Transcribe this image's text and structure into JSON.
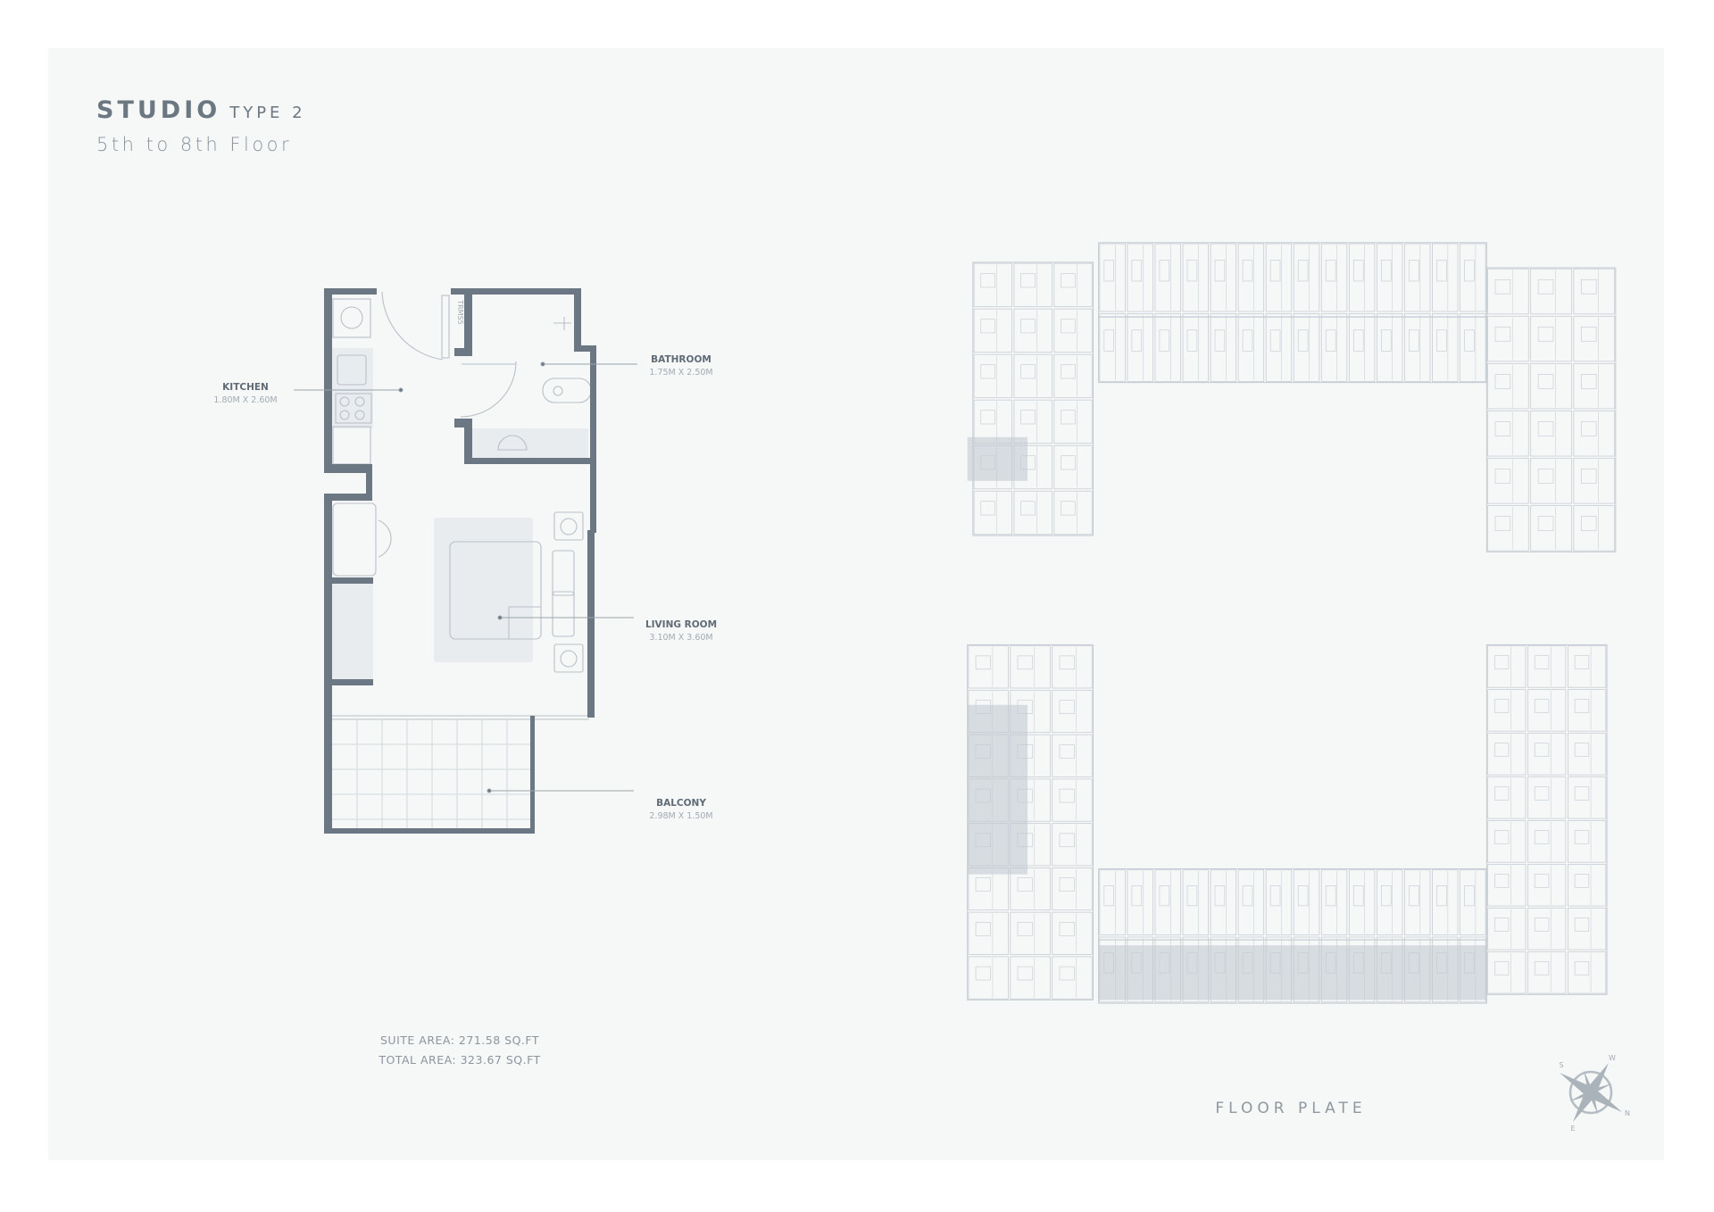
{
  "header": {
    "title": "STUDIO",
    "type": "TYPE 2",
    "floors": "5th to 8th Floor"
  },
  "rooms": [
    {
      "name": "KITCHEN",
      "size": "1.80M X 2.60M"
    },
    {
      "name": "BATHROOM",
      "size": "1.75M X 2.50M"
    },
    {
      "name": "LIVING ROOM",
      "size": "3.10M X 3.60M"
    },
    {
      "name": "BALCONY",
      "size": "2.98M X 1.50M"
    }
  ],
  "closet_label": "TRMS5",
  "areas": {
    "suite": "SUITE AREA: 271.58 SQ.FT",
    "total": "TOTAL AREA: 323.67 SQ.FT"
  },
  "floor_plate": {
    "label": "FLOOR PLATE"
  },
  "compass": {
    "icon": "compass-rose-icon",
    "n": "N",
    "s": "S",
    "e": "E",
    "w": "W"
  },
  "colors": {
    "wall": "#6b7884",
    "fixture_fill": "#e8ecef",
    "highlight_unit": "#cfd5da",
    "background": "#f6f7f7"
  }
}
